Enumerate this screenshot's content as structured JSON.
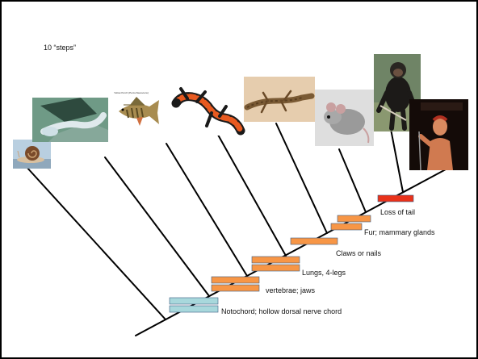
{
  "slide": {
    "title": "10 “steps”"
  },
  "traits": [
    {
      "label": "Notochord; hollow dorsal nerve chord",
      "color": "#a8d8dc"
    },
    {
      "label": "vertebrae; jaws",
      "color": "#f79646"
    },
    {
      "label": "Lungs, 4-legs",
      "color": "#f79646"
    },
    {
      "label": "Claws or nails",
      "color": "#f79646"
    },
    {
      "label": "Fur; mammary glands",
      "color": "#f79646"
    },
    {
      "label": "Loss of tail",
      "color": "#e8321a"
    }
  ],
  "photos": [
    {
      "subject": "snail",
      "icon": "snail-photo"
    },
    {
      "subject": "lamprey",
      "icon": "lamprey-photo"
    },
    {
      "subject": "fish",
      "icon": "fish-photo",
      "caption": "Yellow Perch (Perca flavescens)"
    },
    {
      "subject": "salamander",
      "icon": "salamander-photo"
    },
    {
      "subject": "lizard",
      "icon": "lizard-photo"
    },
    {
      "subject": "mouse",
      "icon": "mouse-photo"
    },
    {
      "subject": "chimpanzee",
      "icon": "chimpanzee-photo"
    },
    {
      "subject": "human",
      "icon": "human-photo"
    }
  ],
  "colors": {
    "line": "#000000",
    "notochord_bar": "#a8d8dc",
    "trait_bar": "#f79646",
    "tail_bar": "#e8321a"
  }
}
